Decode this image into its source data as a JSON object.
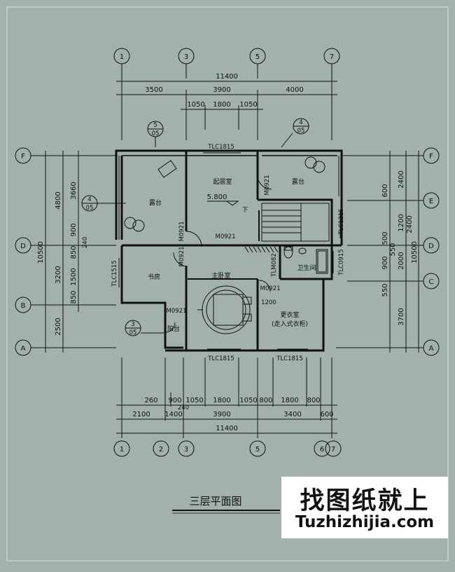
{
  "title": "三层平面图",
  "watermark": {
    "chinese": "找图纸就上",
    "url": "Tuzhizhijia.com"
  },
  "axes_top": [
    "1",
    "3",
    "5",
    "7"
  ],
  "axes_bottom": [
    "1",
    "2",
    "3",
    "5",
    "6",
    "7"
  ],
  "axes_left": [
    "F",
    "D",
    "B",
    "A"
  ],
  "axes_right": [
    "F",
    "E",
    "D",
    "C",
    "A"
  ],
  "dims_top": {
    "total": "11400",
    "seg": [
      "3500",
      "3900",
      "4000"
    ],
    "sub": [
      "1050",
      "1800",
      "1050"
    ]
  },
  "dims_bottom": {
    "row1": [
      "260",
      "900",
      "1050",
      "1800",
      "1050",
      "800",
      "1800",
      "800"
    ],
    "small": "240",
    "row2": [
      "2100",
      "1400",
      "3900",
      "3400",
      "600"
    ],
    "total": "11400"
  },
  "dims_left": {
    "outer": "10500",
    "mid": [
      "4800",
      "3200",
      "2500"
    ],
    "inner": [
      "3660",
      "900",
      "850",
      "1500",
      "850"
    ],
    "small": "240"
  },
  "dims_right": {
    "outer": "10500",
    "mid": [
      "2400",
      "1200",
      "2000",
      "3700"
    ],
    "inner": [
      "600",
      "500",
      "550",
      "900",
      "550"
    ],
    "extra": "2400"
  },
  "rooms": {
    "terrace1": "露台",
    "terrace2": "露台",
    "living": "起居室",
    "study": "书房",
    "master": "主卧室",
    "bath": "卫生间",
    "closet1": "更衣室",
    "closet2": "(走入式衣柜)",
    "balcony": "阳台"
  },
  "labels": {
    "window_top": "TLC1815",
    "win_b1": "TLC1815",
    "win_b2": "TLC1815",
    "win_r1": "TLC1215",
    "win_r2": "TLC0915",
    "win_l": "TLC1515",
    "door1": "M0921",
    "door2": "M0921",
    "door3": "M0921",
    "door4": "M0921",
    "door5": "M0921",
    "door6": "M0921",
    "door7": "TLM082",
    "bed": "1200",
    "level": "5.800",
    "down": "下"
  },
  "section_marks": [
    {
      "num": "5",
      "sheet": "05"
    },
    {
      "num": "4",
      "sheet": "05"
    },
    {
      "num": "4",
      "sheet": "05"
    },
    {
      "num": "3",
      "sheet": "05"
    }
  ]
}
